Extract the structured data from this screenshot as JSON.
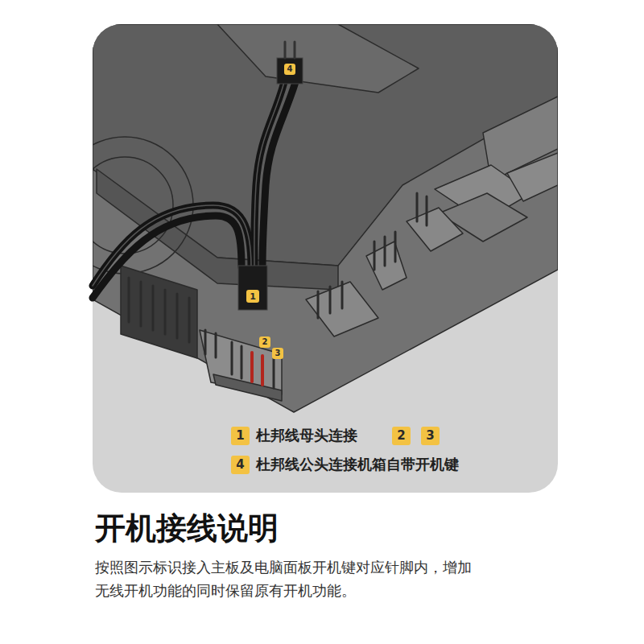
{
  "diagram": {
    "title": "开机接线说明",
    "caption": "按照图示标识接入主板及电脑面板开机键对应针脚内，增加无线开机功能的同时保留原有开机功能。",
    "nodes": [
      {
        "text": [
          "4"
        ]
      },
      {
        "text": [
          "1"
        ]
      },
      {
        "text": [
          "2"
        ]
      },
      {
        "text": [
          "3"
        ]
      },
      {
        "text": [
          "1"
        ]
      },
      {
        "text": [
          "2"
        ]
      },
      {
        "text": [
          "3"
        ]
      },
      {
        "text": [
          "4"
        ]
      }
    ],
    "labels": [
      "杜邦线母头连接",
      "杜邦线公头连接机箱自带开机键"
    ]
  }
}
